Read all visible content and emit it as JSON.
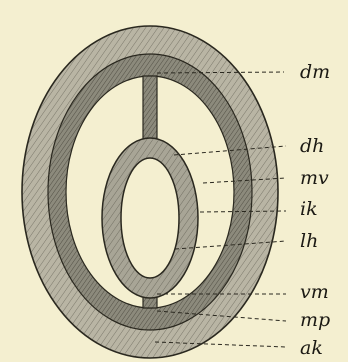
{
  "figure": {
    "labels": [
      {
        "id": "dm",
        "text": "dm"
      },
      {
        "id": "dh",
        "text": "dh"
      },
      {
        "id": "mv",
        "text": "mv"
      },
      {
        "id": "ik",
        "text": "ik"
      },
      {
        "id": "lh",
        "text": "lh"
      },
      {
        "id": "vm",
        "text": "vm"
      },
      {
        "id": "mp",
        "text": "mp"
      },
      {
        "id": "ak",
        "text": "ak"
      }
    ],
    "colors": {
      "paper": "#f4efd0",
      "ink": "#1c1a14",
      "outer_ring": "#b9b5a4",
      "inner_ring": "#8c8a7c",
      "tube": "#a8a596",
      "cavity": "#f4efd0"
    }
  }
}
